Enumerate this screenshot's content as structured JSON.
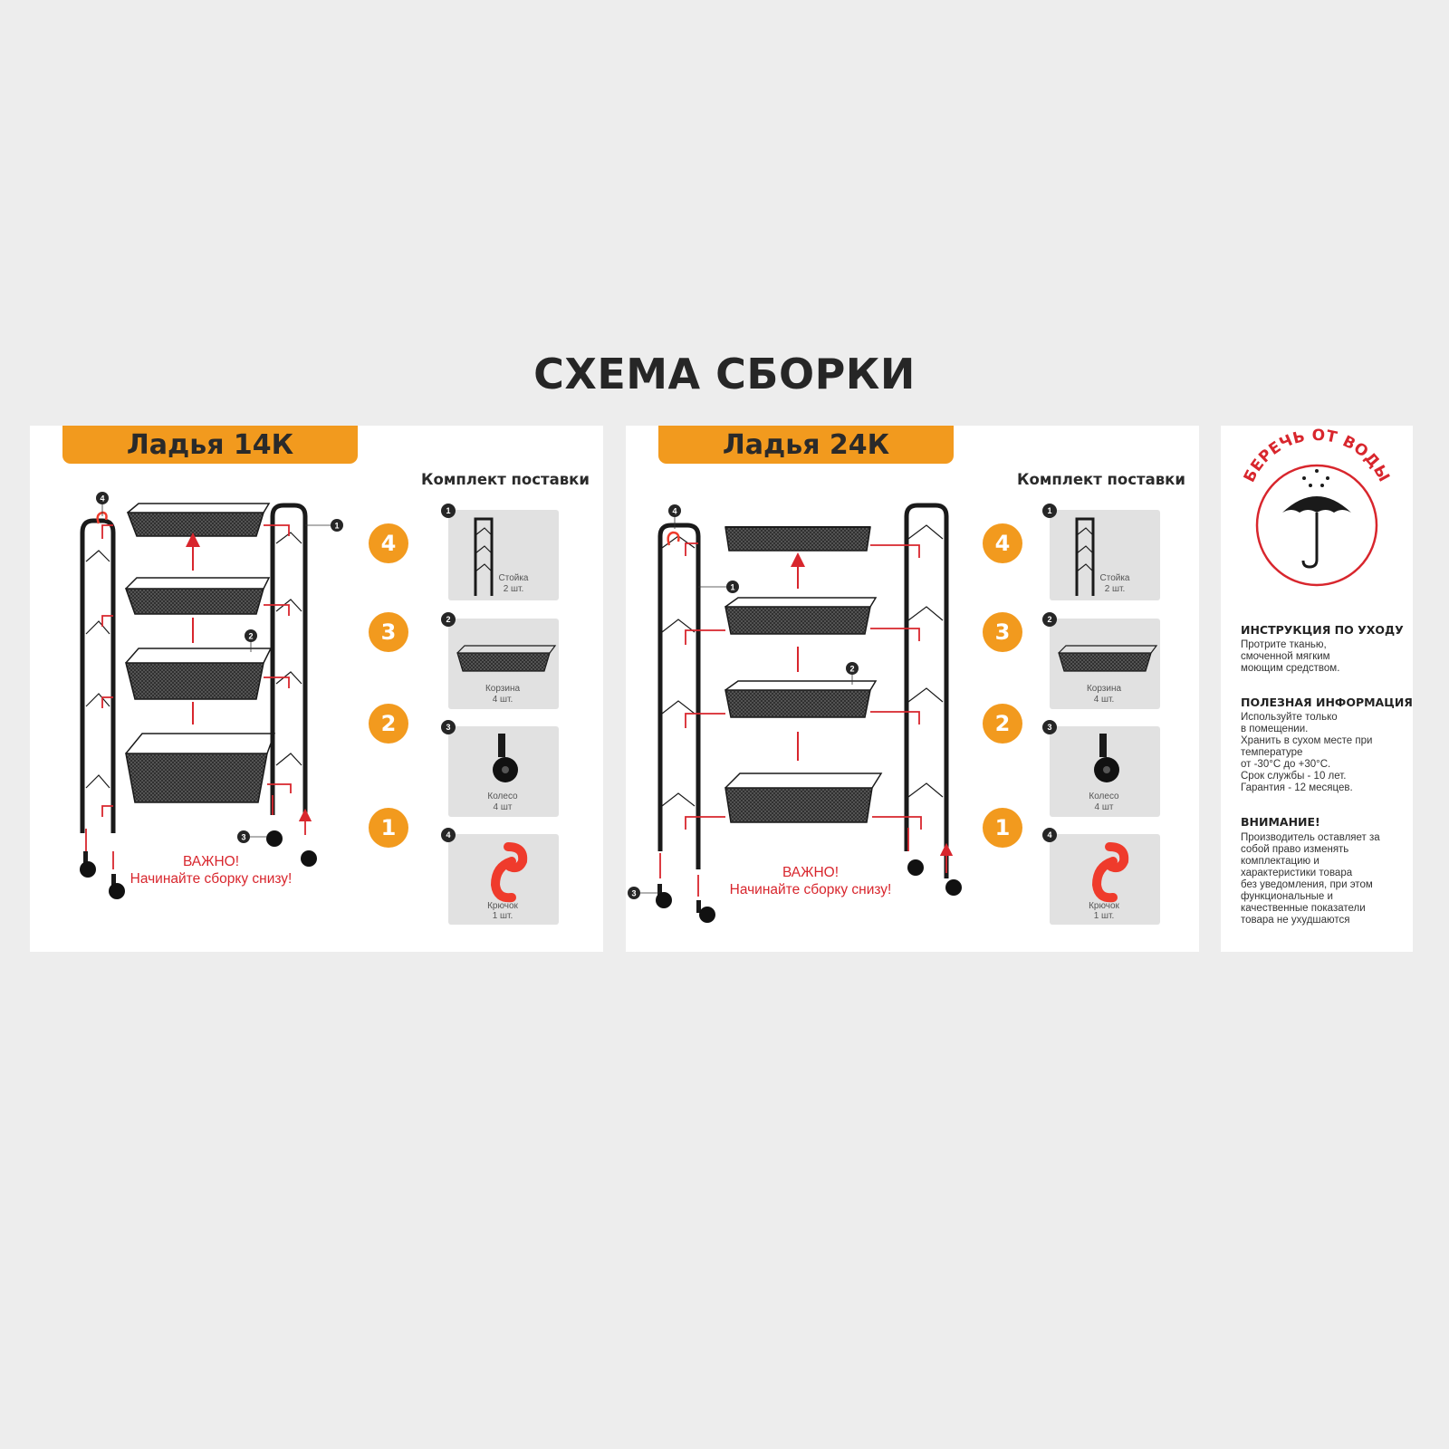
{
  "title": "СХЕМА СБОРКИ",
  "panels": [
    {
      "model": "Ладья 14К",
      "kit_title": "Комплект поставки",
      "steps": [
        "4",
        "3",
        "2",
        "1"
      ],
      "warning_line1": "ВАЖНО!",
      "warning_line2": "Начинайте сборку снизу!",
      "callouts": [
        "1",
        "2",
        "3",
        "4"
      ]
    },
    {
      "model": "Ладья 24К",
      "kit_title": "Комплект поставки",
      "steps": [
        "4",
        "3",
        "2",
        "1"
      ],
      "warning_line1": "ВАЖНО!",
      "warning_line2": "Начинайте сборку снизу!",
      "callouts": [
        "1",
        "2",
        "3",
        "4"
      ]
    }
  ],
  "parts": [
    {
      "num": "1",
      "name": "Стойка",
      "qty": "2 шт."
    },
    {
      "num": "2",
      "name": "Корзина",
      "qty": "4 шт."
    },
    {
      "num": "3",
      "name": "Колесо",
      "qty": "4 шт"
    },
    {
      "num": "4",
      "name": "Крючок",
      "qty": "1 шт."
    }
  ],
  "care": {
    "stamp_text": "БЕРЕЧЬ ОТ ВОДЫ",
    "sections": [
      {
        "heading": "ИНСТРУКЦИЯ ПО УХОДУ",
        "text": "Протрите тканью,\nсмоченной мягким\nмоющим средством."
      },
      {
        "heading": "ПОЛЕЗНАЯ ИНФОРМАЦИЯ",
        "text": "Используйте только\nв помещении.\nХранить в сухом месте при\nтемпературе\nот -30°С до +30°С.\nСрок службы - 10 лет.\nГарантия - 12 месяцев."
      },
      {
        "heading": "ВНИМАНИЕ!",
        "text": "Производитель оставляет за\nсобой право изменять\nкомплектацию и\nхарактеристики товара\nбез уведомления, при этом\nфункциональные и\nкачественные показатели\nтовара не ухудшаются"
      }
    ]
  },
  "colors": {
    "accent": "#f29a1e",
    "warning": "#d8262d",
    "hook": "#ef3b2c",
    "frame": "#1a1a1a"
  }
}
